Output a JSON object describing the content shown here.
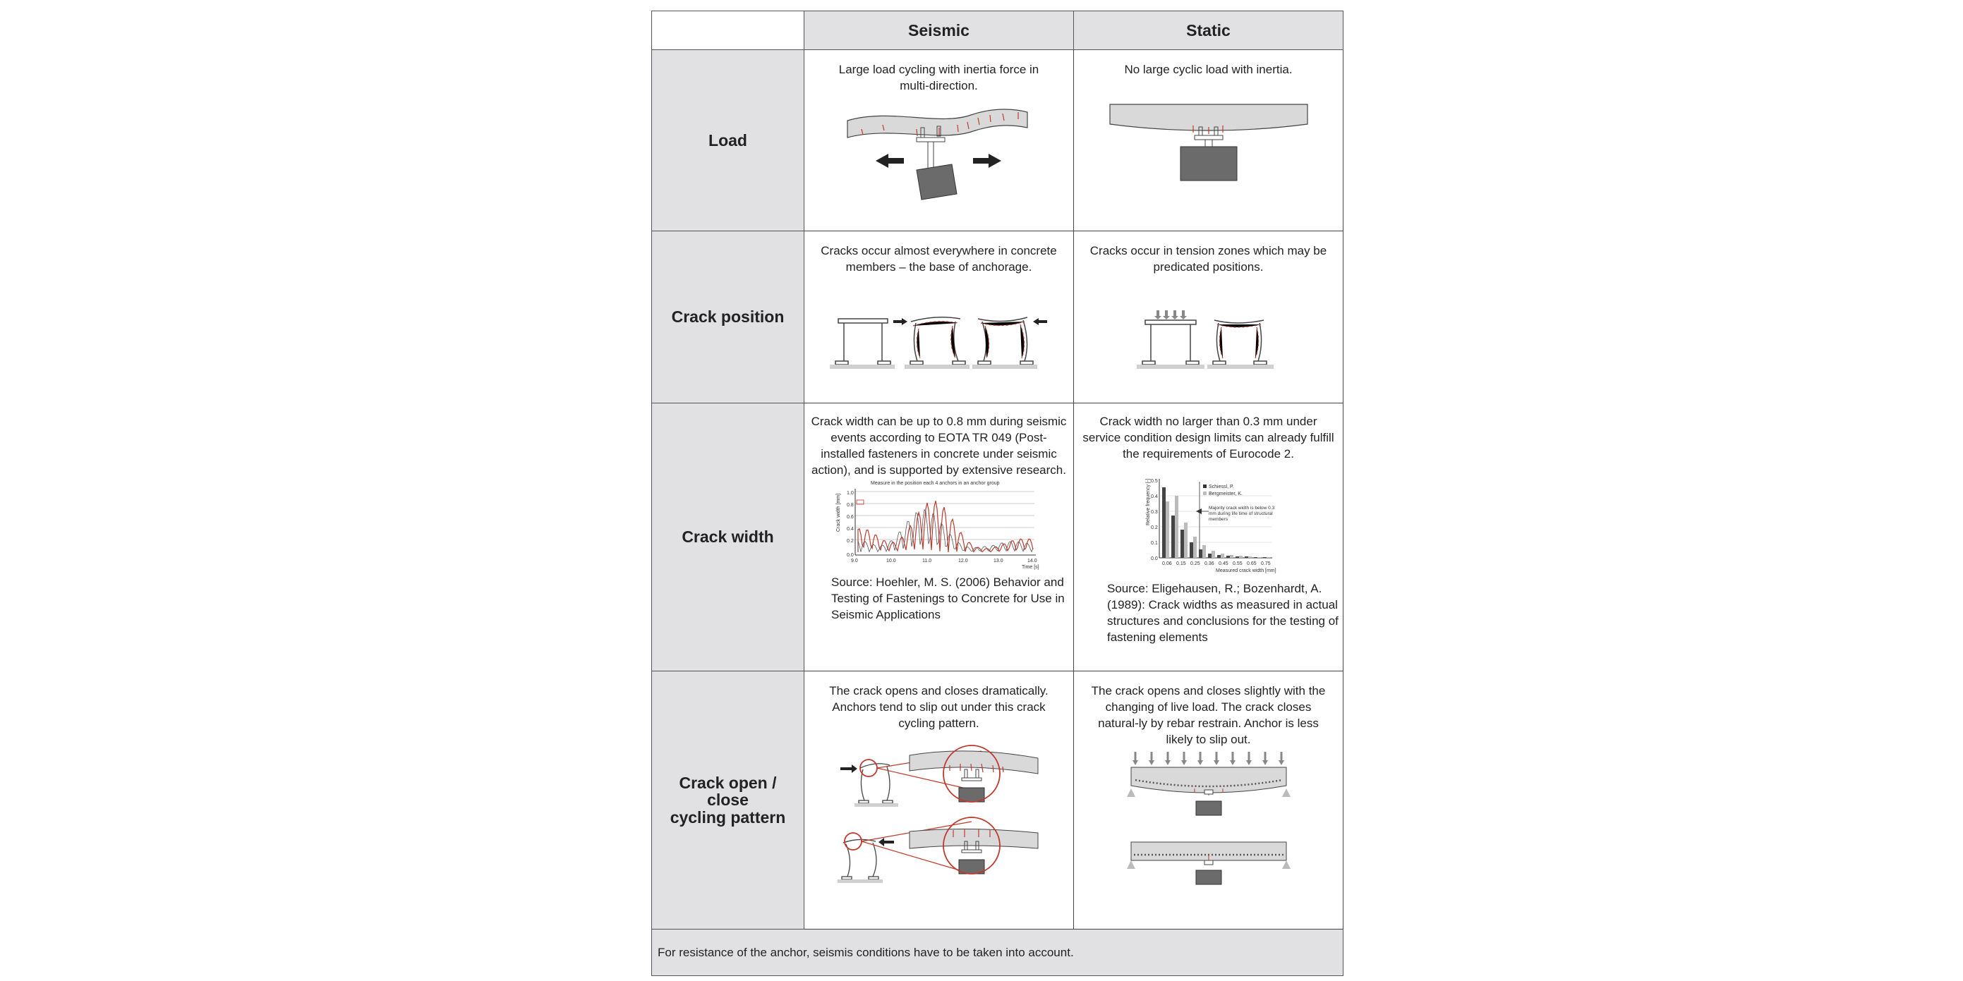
{
  "header": {
    "corner": "",
    "col_seismic": "Seismic",
    "col_static": "Static"
  },
  "rows": {
    "load": {
      "label": "Load",
      "seismic_text": "Large load cycling with inertia force in multi-direction.",
      "static_text": "No large cyclic load with inertia."
    },
    "crack_position": {
      "label": "Crack position",
      "seismic_text": "Cracks occur almost everywhere in concrete members – the base of anchorage.",
      "static_text": "Cracks occur in tension zones which may be predicated positions."
    },
    "crack_width": {
      "label": "Crack width",
      "seismic_text": "Crack width can be up to 0.8 mm during seismic events according to EOTA TR 049 (Post-installed fasteners in concrete under seismic action), and is supported by extensive research.",
      "static_text": "Crack width no larger than 0.3 mm under service condition design limits can already fulfill the requirements of Eurocode 2.",
      "seismic_source": "Source: Hoehler, M. S. (2006) Behavior and Testing of Fastenings to Concrete for Use in Seismic Applications",
      "static_source": "Source: Eligehausen, R.; Bozenhardt, A. (1989): Crack widths as measured in actual  structures and conclusions for the testing of fastening elements",
      "seismic_chart": {
        "title": "Measure in the position each 4 anchors in an anchor group",
        "ylabel": "Crack width [mm]",
        "xlabel": "Time [s]",
        "xticks": [
          "9.0",
          "10.0",
          "11.0",
          "12.0",
          "13.0",
          "14.0"
        ],
        "yticks": [
          "0.0",
          "0.2",
          "0.4",
          "0.6",
          "0.8",
          "1.0"
        ]
      },
      "static_chart": {
        "ylabel": "Relative frequency [-]",
        "xlabel": "Measured crack width [mm]",
        "legend_1": "Schiessl, P.",
        "legend_2": "Bergmeister, K.",
        "annotation": "Majority crack width is below 0.3 mm during life time of structural members",
        "xticks": [
          "0.06",
          "0.15",
          "0.25",
          "0.36",
          "0.45",
          "0.55",
          "0.65",
          "0.75"
        ],
        "yticks": [
          "0.5",
          "0.4",
          "0.3",
          "0.2",
          "0.1",
          "0.0"
        ]
      }
    },
    "crack_cycle": {
      "label_line1": "Crack open /",
      "label_line2": "close",
      "label_line3": "cycling pattern",
      "seismic_text": "The crack opens and closes dramatically. Anchors tend to slip out under this crack cycling pattern.",
      "static_text": "The crack opens and closes slightly with the changing of live load. The crack closes natural-ly by rebar restrain. Anchor is less likely to slip out."
    }
  },
  "footer": "For resistance of the anchor, seismis conditions have to be taken into account.",
  "colors": {
    "header_bg": "#e1e1e3",
    "crack_red": "#c0392b",
    "concrete": "#d9d9d9",
    "steel_block": "#6b6b6b"
  }
}
